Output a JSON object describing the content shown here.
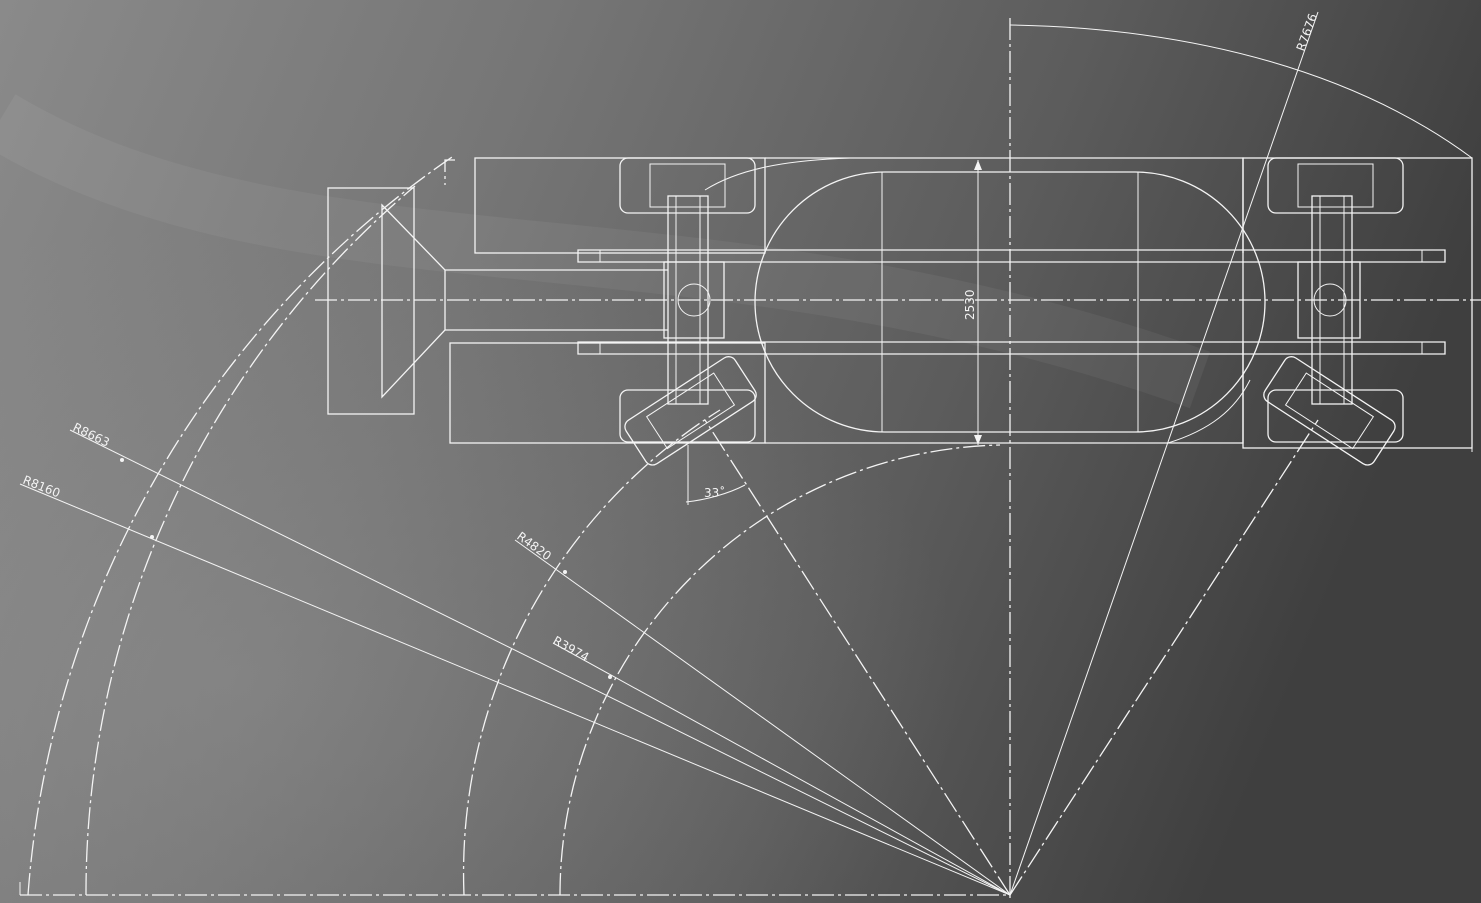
{
  "drawing": {
    "colors": {
      "background_light": "#8a8a8a",
      "background_dark": "#3f3f3f",
      "line": "#f4f4f4"
    },
    "dimensions": {
      "radius_outer_front": "R7676",
      "radius_outer_rear": "R8663",
      "radius_rear_inner_path": "R8160",
      "radius_inner_1": "R4820",
      "radius_inner_2": "R3974",
      "width": "2530",
      "steering_angle": "33˚"
    }
  }
}
